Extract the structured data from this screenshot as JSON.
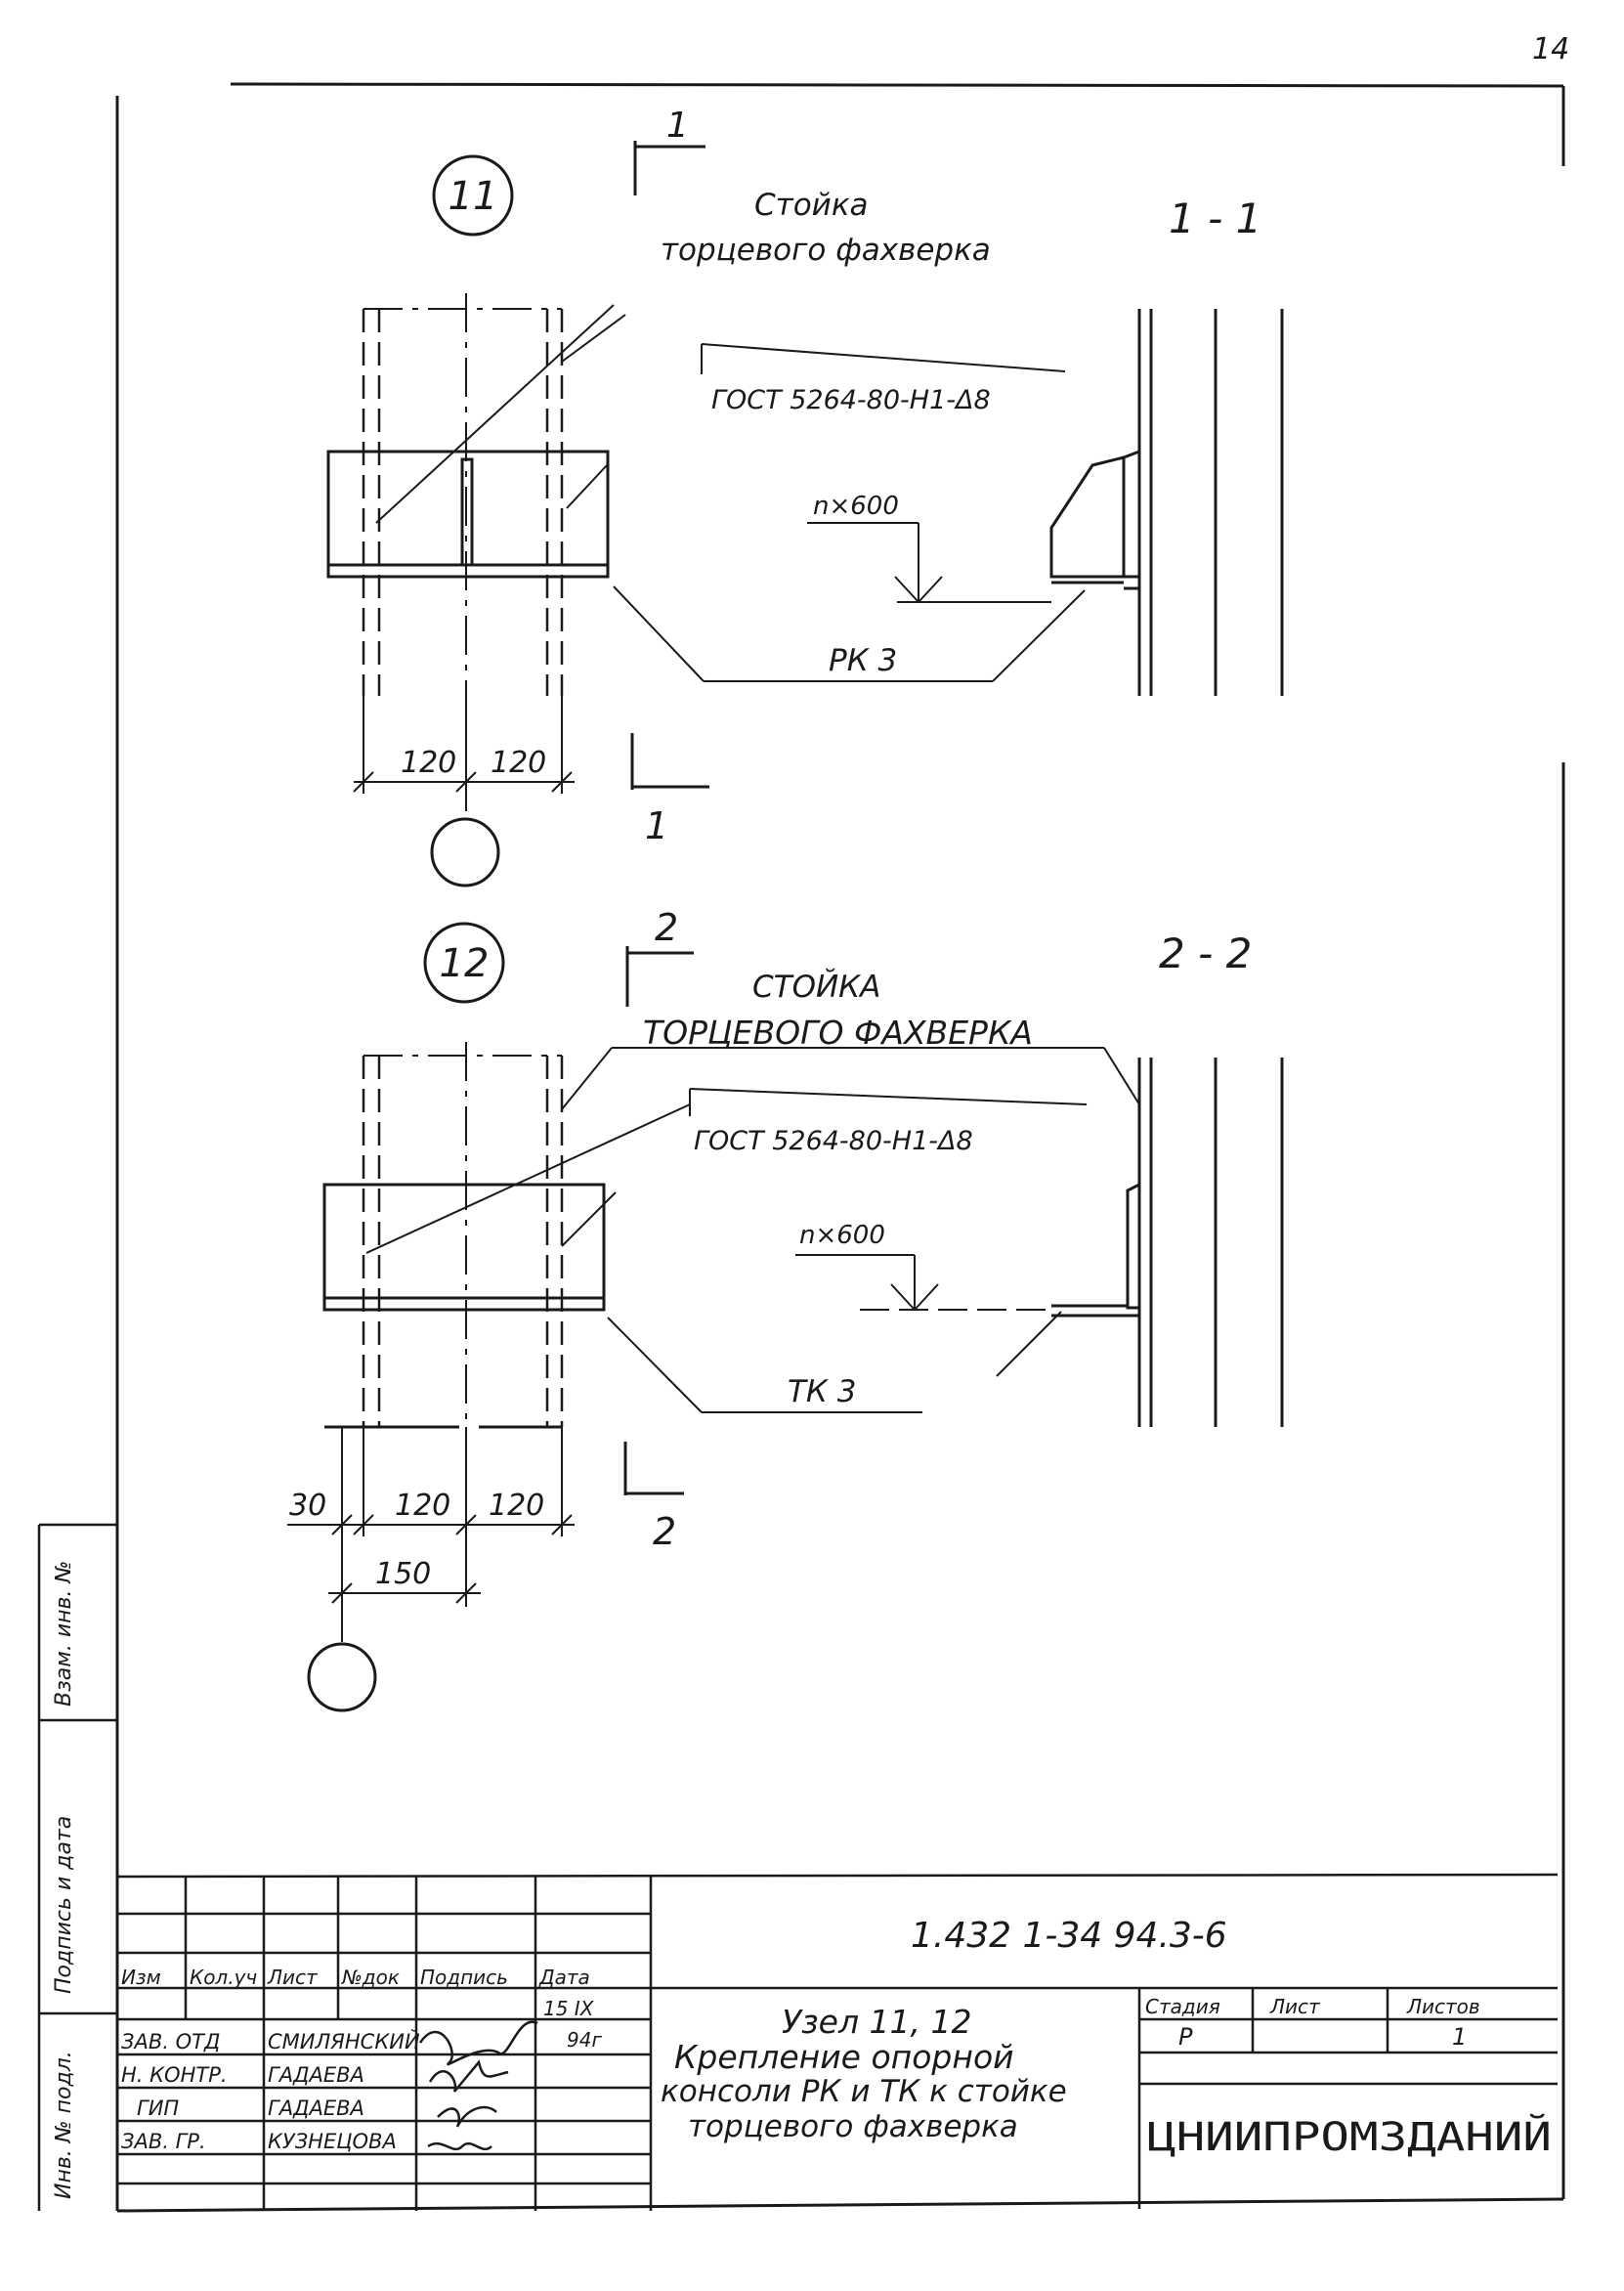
{
  "page": {
    "number": "14"
  },
  "node11": {
    "number": "11",
    "section": "1 - 1",
    "cut_label": "1",
    "label_line1": "Стойка",
    "label_line2": "торцевого фахверка",
    "weld": "ГОСТ 5264-80-Н1-Δ8",
    "pitch": "n×600",
    "part": "РК 3",
    "dims": [
      "120",
      "120"
    ]
  },
  "node12": {
    "number": "12",
    "section": "2 - 2",
    "cut_label": "2",
    "label_line1": "СТОЙКА",
    "label_line2": "ТОРЦЕВОГО ФАХВЕРКА",
    "weld": "ГОСТ 5264-80-Н1-Δ8",
    "pitch": "n×600",
    "part": "ТК 3",
    "dims": [
      "30",
      "120",
      "120",
      "150"
    ]
  },
  "left_margin": {
    "cells": [
      "Инв. № подл.",
      "Подпись и дата",
      "Взам. инв. №"
    ]
  },
  "title_block": {
    "doc_code": "1.432 1-34 94.3-6",
    "headers": [
      "Изм",
      "Кол.уч",
      "Лист",
      "№док",
      "Подпись",
      "Дата"
    ],
    "rows": [
      {
        "role": "",
        "name": "",
        "date": "15 IX"
      },
      {
        "role": "ЗАВ. ОТД",
        "name": "СМИЛЯНСКИЙ",
        "date": "94г"
      },
      {
        "role": "Н. КОНТР.",
        "name": "ГАДАЕВА",
        "date": ""
      },
      {
        "role": "ГИП",
        "name": "ГАДАЕВА",
        "date": ""
      },
      {
        "role": "ЗАВ. ГР.",
        "name": "КУЗНЕЦОВА",
        "date": ""
      }
    ],
    "title_lines": [
      "Узел 11, 12",
      "Крепление опорной",
      "консоли РК и ТК к стойке",
      "торцевого фахверка"
    ],
    "stage_headers": [
      "Стадия",
      "Лист",
      "Листов"
    ],
    "stage_values": [
      "Р",
      "",
      "1"
    ],
    "organization": "ЦНИИПРОМЗДАНИЙ"
  }
}
